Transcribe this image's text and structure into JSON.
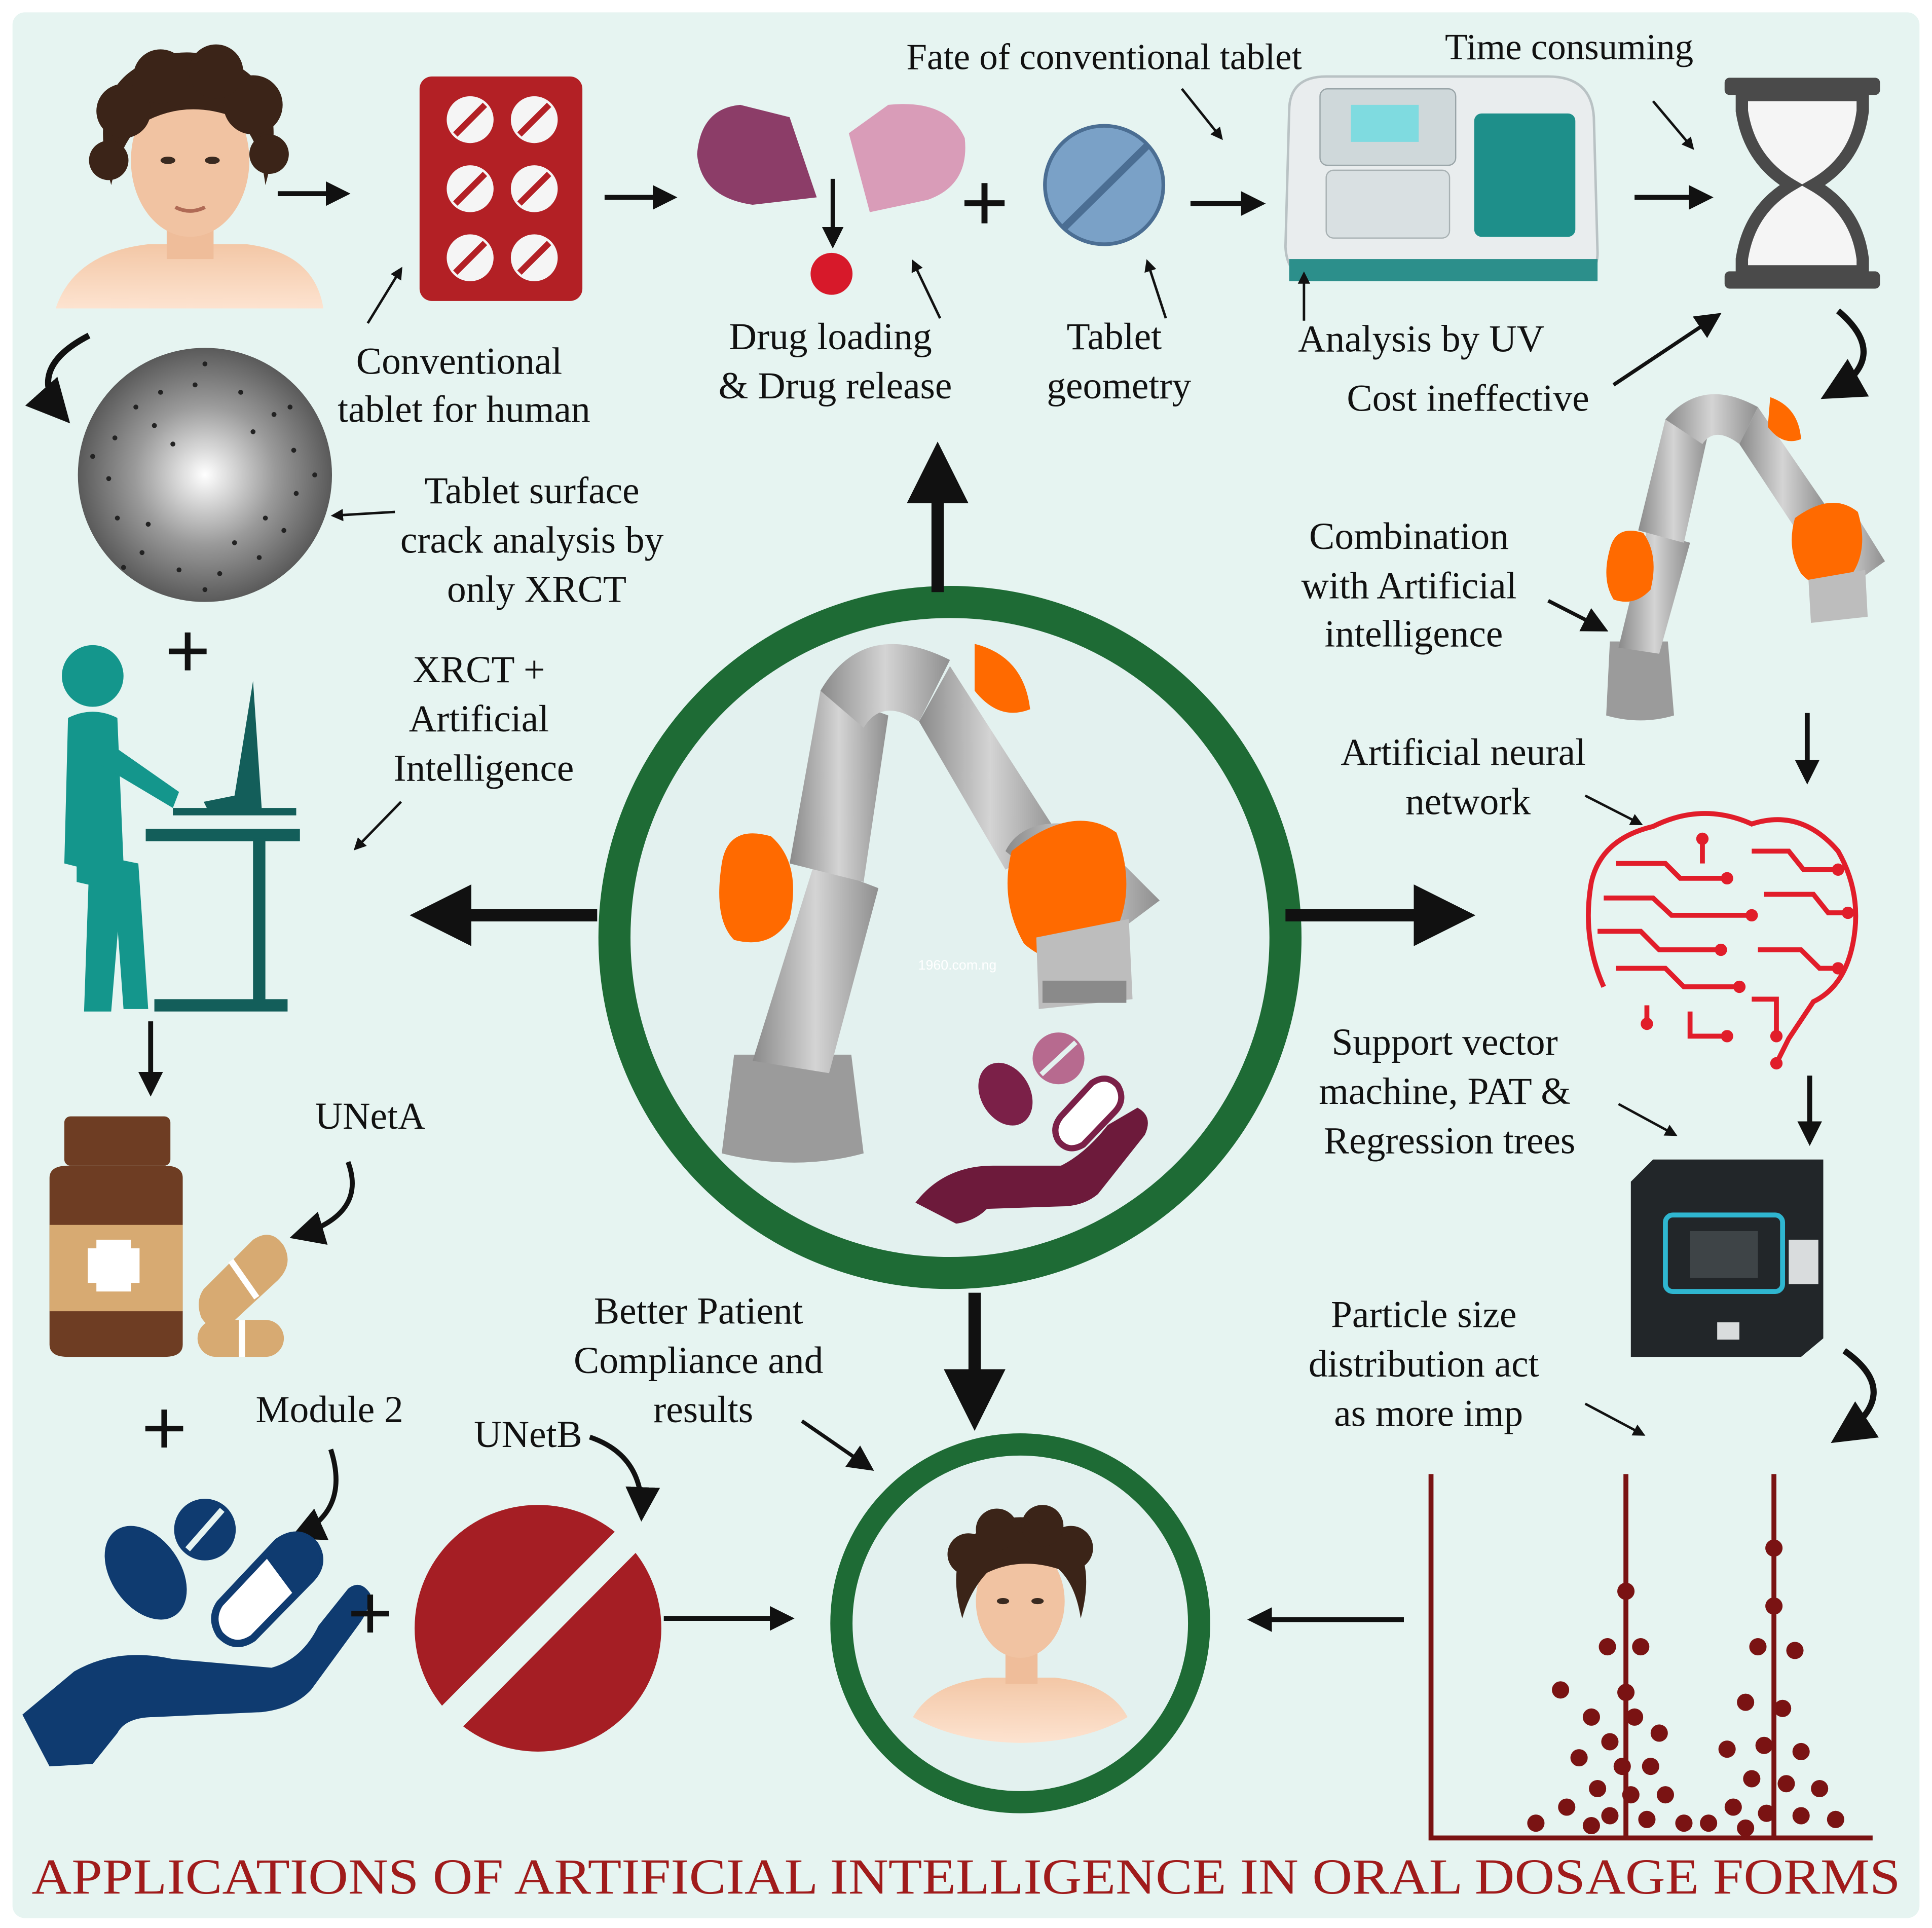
{
  "title": "APPLICATIONS OF ARTIFICIAL INTELLIGENCE IN ORAL DOSAGE FORMS",
  "watermark": "1960.com.ng",
  "labels": {
    "fate": "Fate of conventional tablet",
    "time": "Time consuming",
    "conventional": [
      "Conventional",
      "tablet for human"
    ],
    "drug_loading": [
      "Drug loading",
      "& Drug release"
    ],
    "geometry": [
      "Tablet",
      "geometry"
    ],
    "uv": "Analysis by UV",
    "cost": "Cost ineffective",
    "surface": [
      "Tablet surface",
      "crack analysis by",
      "only XRCT"
    ],
    "combination": [
      "Combination",
      "with Artificial",
      "intelligence"
    ],
    "xrct": [
      "XRCT +",
      "Artificial",
      "Intelligence"
    ],
    "ann": [
      "Artificial neural",
      "network"
    ],
    "svm": [
      "Support vector",
      "machine, PAT &",
      "Regression trees"
    ],
    "uneta": "UNetA",
    "particle": [
      "Particle size",
      "distribution act",
      "as more imp"
    ],
    "better": [
      "Better Patient",
      "Compliance and",
      "results"
    ],
    "module2": "Module 2",
    "unetb": "UNetB"
  },
  "icons": {
    "patient_top": "patient-portrait-icon",
    "blister": "tablet-blister-pack-icon",
    "capsule": "open-capsule-icon",
    "drug_drop": "drug-drop-icon",
    "tablet": "blue-tablet-icon",
    "uv": "uv-spectrophotometer-icon",
    "hourglass": "hourglass-icon",
    "xrct": "xrct-scan-disc-icon",
    "robot": "robotic-arm-icon",
    "worker": "computer-worker-icon",
    "brain": "circuit-brain-icon",
    "bottle": "medicine-bottle-icon",
    "chip": "processor-chip-icon",
    "hand_pills": "hand-with-pills-icon",
    "big_tablet": "red-scored-tablet-icon",
    "patient_result": "patient-result-icon",
    "scatter": "particle-distribution-plot-icon"
  },
  "colors": {
    "background": "#e6f4f1",
    "ring": "#1e6b35",
    "title": "#a01b1b",
    "orange": "#ff6a00",
    "red_pill": "#b32025",
    "teal_person": "#14968c",
    "dark_teal": "#135e5a",
    "brain_red": "#e11d2a",
    "plot_red": "#7a1313",
    "navy": "#0f3b70"
  }
}
